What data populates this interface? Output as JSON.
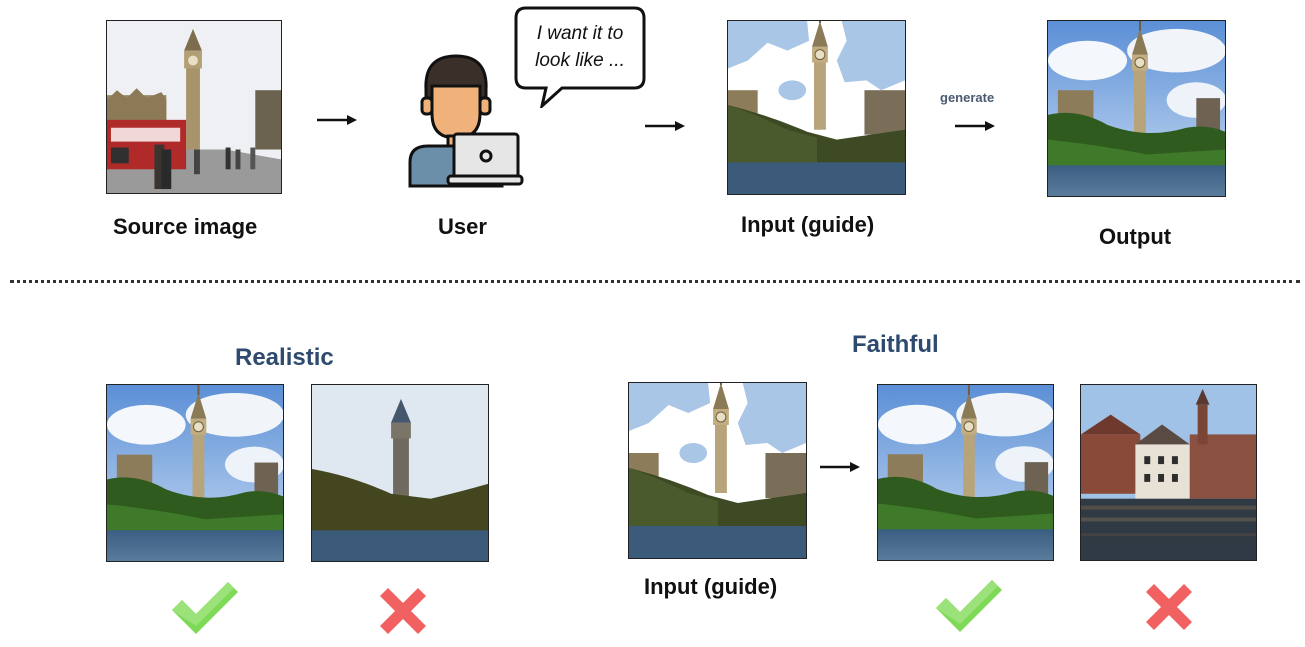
{
  "top": {
    "source_label": "Source image",
    "user_label": "User",
    "speech_text": "I want it to look like ...",
    "input_label": "Input (guide)",
    "generate_label": "generate",
    "output_label": "Output"
  },
  "bottom": {
    "realistic_heading": "Realistic",
    "faithful_heading": "Faithful",
    "input_label": "Input (guide)"
  },
  "icons": {
    "check": "check-icon",
    "cross": "cross-icon",
    "arrow": "arrow-right-icon",
    "user": "user-with-laptop-icon",
    "speech": "speech-bubble-icon"
  },
  "colors": {
    "heading": "#2e4a6e",
    "check": "#7ed957",
    "cross": "#f26161"
  }
}
